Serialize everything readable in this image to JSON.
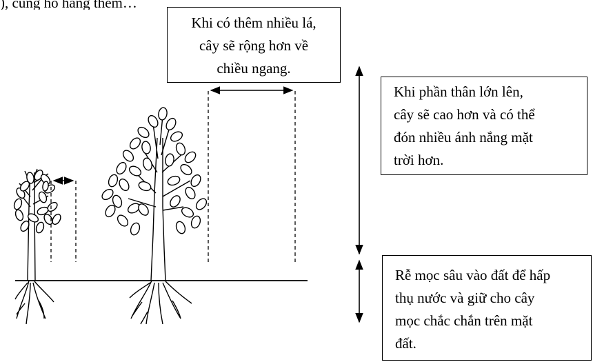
{
  "top_fragment": "), cùng hồ hang thêm…",
  "callouts": {
    "width": {
      "lines": [
        "Khi có thêm nhiều lá,",
        "cây sẽ rộng hơn về",
        "chiều ngang."
      ]
    },
    "height": {
      "lines": [
        "Khi phần thân lớn lên,",
        "cây sẽ cao hơn và có thể",
        "đón nhiều ánh nắng mặt",
        "trời hơn."
      ]
    },
    "roots": {
      "lines": [
        "Rễ mọc sâu vào đất để hấp",
        "thụ nước và giữ cho cây",
        "mọc chắc chắn trên mặt",
        "đất."
      ]
    }
  },
  "colors": {
    "ink": "#000000",
    "background": "#ffffff"
  }
}
